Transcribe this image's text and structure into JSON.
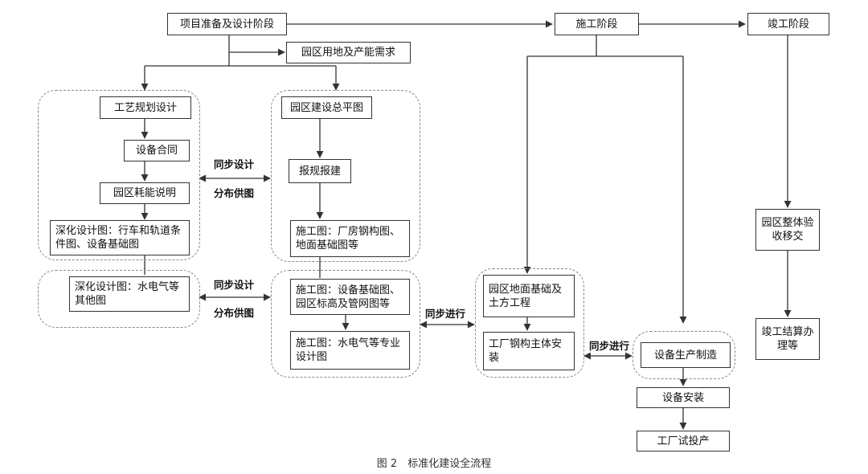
{
  "stages": {
    "prep": "项目准备及设计阶段",
    "construction": "施工阶段",
    "completion": "竣工阶段"
  },
  "nodes": {
    "land_demand": "园区用地及产能需求",
    "process_planning": "工艺规划设计",
    "equipment_contract": "设备合同",
    "energy_description": "园区耗能说明",
    "deep_design_crane": "深化设计图：行车和轨道条件图、设备基础图",
    "deep_design_mep": "深化设计图：水电气等其他图",
    "master_plan": "园区建设总平图",
    "planning_approval": "报规报建",
    "construction_steel": "施工图：厂房钢构图、地面基础图等",
    "construction_equipment_foundation": "施工图：设备基础图、园区标高及管网图等",
    "construction_mep": "施工图：水电气等专业设计图",
    "ground_foundation": "园区地面基础及土方工程",
    "steel_structure": "工厂钢构主体安装",
    "equipment_manufacturing": "设备生产制造",
    "equipment_installation": "设备安装",
    "trial_production": "工厂试投产",
    "overall_acceptance": "园区整体验收移交",
    "final_settlement": "竣工结算办理等"
  },
  "labels": {
    "sync_design_1": "同步设计",
    "distributed_supply_1": "分布供图",
    "sync_design_2": "同步设计",
    "distributed_supply_2": "分布供图",
    "parallel_1": "同步进行",
    "parallel_2": "同步进行"
  },
  "caption": "图 2　标准化建设全流程"
}
